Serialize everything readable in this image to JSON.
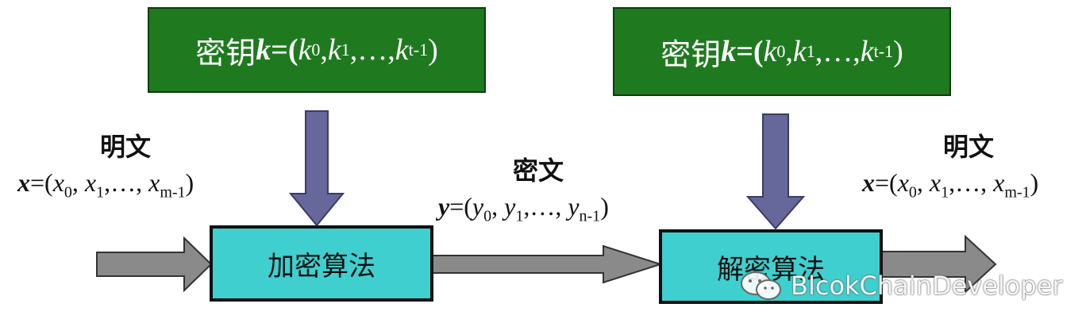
{
  "key_label": "密钥",
  "key_var": "k",
  "key_open": "=(",
  "key_k0": "k",
  "key_sub0": "0",
  "key_sep1": ", ",
  "key_k1": "k",
  "key_sub1": "1",
  "key_ellipsis": ",…, ",
  "key_kt": "k",
  "key_subt": "t-1",
  "key_close": " )",
  "plaintext_label": "明文",
  "ciphertext_label": "密文",
  "encrypt_label": "加密算法",
  "decrypt_label": "解密算法",
  "x_var": "x",
  "x_open": "=(",
  "x_x0": "x",
  "x_sub0": "0",
  "x_sep": ", ",
  "x_x1": "x",
  "x_sub1": "1",
  "x_ellipsis": ",…, ",
  "x_xm": "x",
  "x_subm": "m-1",
  "x_close": ")",
  "y_var": "y",
  "y_open": "=(",
  "y_y0": "y",
  "y_sub0": "0",
  "y_sep": ", ",
  "y_y1": "y",
  "y_sub1": "1",
  "y_ellipsis": ",…, ",
  "y_yn": "y",
  "y_subn": "n-1",
  "y_close": ")",
  "watermark_text": "BlcokChainDeveloper",
  "colors": {
    "key_box": "#1f7a1f",
    "algo_box": "#3fcfcf",
    "down_arrow": "#66679a",
    "flow_arrow": "#8a8a8a"
  }
}
